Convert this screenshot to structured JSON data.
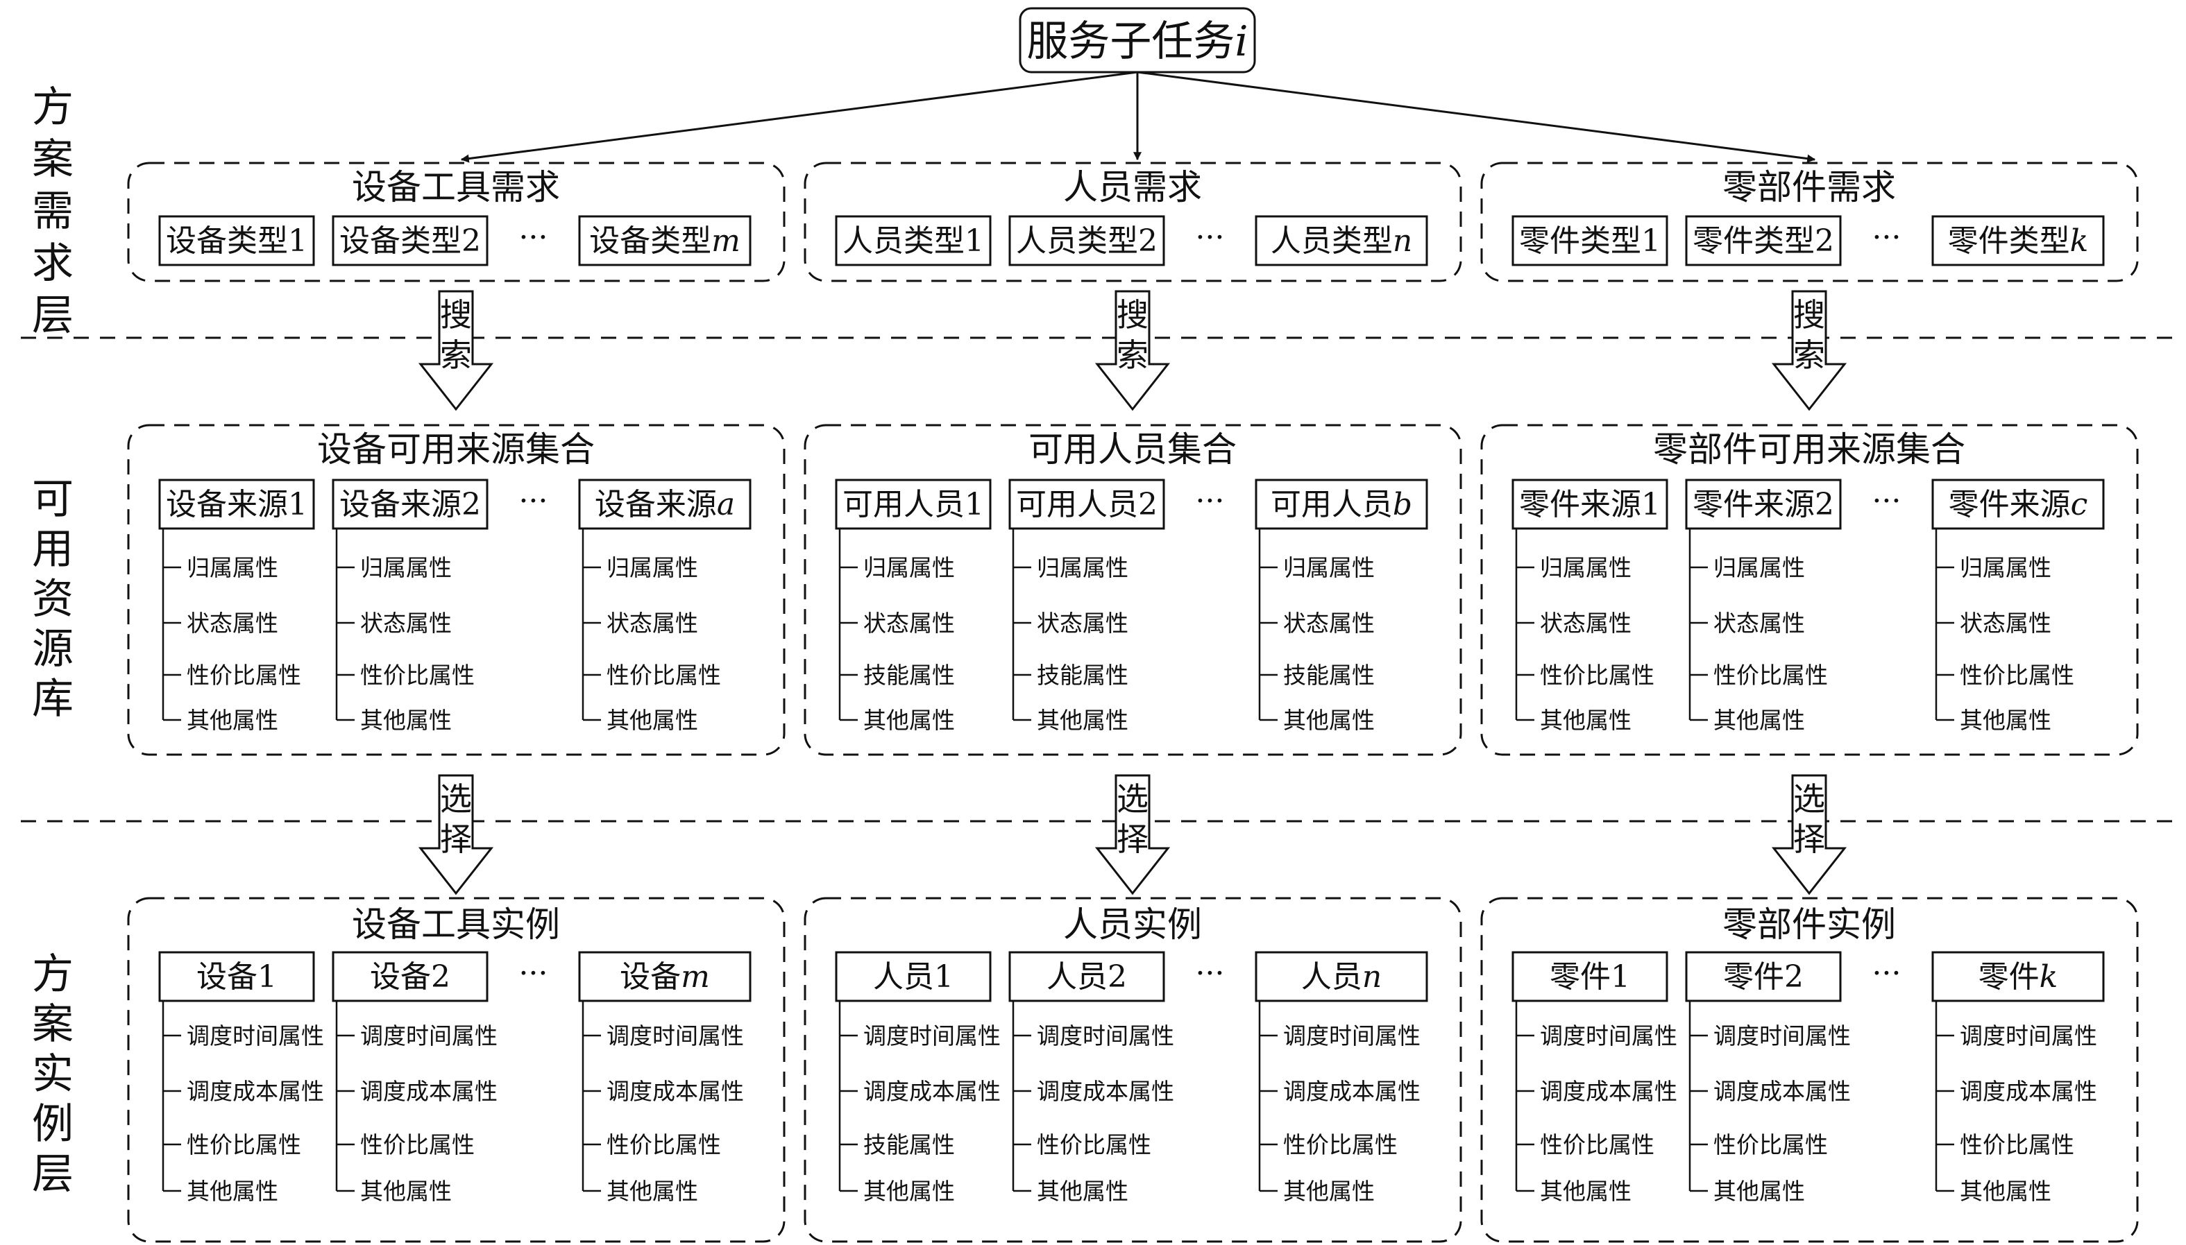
{
  "root": {
    "label": "服务子任务",
    "suffix": "i"
  },
  "layers": [
    {
      "label": "方案需求层"
    },
    {
      "label": "可用资源库"
    },
    {
      "label": "方案实例层"
    }
  ],
  "transitions": {
    "search": "搜索",
    "select": "选择"
  },
  "ellipsis": "···",
  "columns": [
    {
      "demand": {
        "title": "设备工具需求",
        "boxes": [
          {
            "text": "设备类型",
            "sub": "1"
          },
          {
            "text": "设备类型",
            "sub": "2"
          },
          {
            "text": "设备类型",
            "sub": "m"
          }
        ]
      },
      "resource": {
        "title": "设备可用来源集合",
        "boxes": [
          {
            "text": "设备来源",
            "sub": "1"
          },
          {
            "text": "设备来源",
            "sub": "2"
          },
          {
            "text": "设备来源",
            "sub": "a"
          }
        ],
        "attrs": [
          "归属属性",
          "状态属性",
          "性价比属性",
          "其他属性"
        ]
      },
      "instance": {
        "title": "设备工具实例",
        "boxes": [
          {
            "text": "设备",
            "sub": "1"
          },
          {
            "text": "设备",
            "sub": "2"
          },
          {
            "text": "设备",
            "sub": "m"
          }
        ],
        "attrs": [
          "调度时间属性",
          "调度成本属性",
          "性价比属性",
          "其他属性"
        ]
      }
    },
    {
      "demand": {
        "title": "人员需求",
        "boxes": [
          {
            "text": "人员类型",
            "sub": "1"
          },
          {
            "text": "人员类型",
            "sub": "2"
          },
          {
            "text": "人员类型",
            "sub": "n"
          }
        ]
      },
      "resource": {
        "title": "可用人员集合",
        "boxes": [
          {
            "text": "可用人员",
            "sub": "1"
          },
          {
            "text": "可用人员",
            "sub": "2"
          },
          {
            "text": "可用人员",
            "sub": "b"
          }
        ],
        "attrs": [
          "归属属性",
          "状态属性",
          "技能属性",
          "其他属性"
        ]
      },
      "instance": {
        "title": "人员实例",
        "boxes": [
          {
            "text": "人员",
            "sub": "1"
          },
          {
            "text": "人员",
            "sub": "2"
          },
          {
            "text": "人员",
            "sub": "n"
          }
        ],
        "attrs": [
          "调度时间属性",
          "调度成本属性",
          "技能属性",
          "其他属性"
        ],
        "attrs_other": [
          "调度时间属性",
          "调度成本属性",
          "性价比属性",
          "其他属性"
        ]
      }
    },
    {
      "demand": {
        "title": "零部件需求",
        "boxes": [
          {
            "text": "零件类型",
            "sub": "1"
          },
          {
            "text": "零件类型",
            "sub": "2"
          },
          {
            "text": "零件类型",
            "sub": "k"
          }
        ]
      },
      "resource": {
        "title": "零部件可用来源集合",
        "boxes": [
          {
            "text": "零件来源",
            "sub": "1"
          },
          {
            "text": "零件来源",
            "sub": "2"
          },
          {
            "text": "零件来源",
            "sub": "c"
          }
        ],
        "attrs": [
          "归属属性",
          "状态属性",
          "性价比属性",
          "其他属性"
        ]
      },
      "instance": {
        "title": "零部件实例",
        "boxes": [
          {
            "text": "零件",
            "sub": "1"
          },
          {
            "text": "零件",
            "sub": "2"
          },
          {
            "text": "零件",
            "sub": "k"
          }
        ],
        "attrs": [
          "调度时间属性",
          "调度成本属性",
          "性价比属性",
          "其他属性"
        ]
      }
    }
  ]
}
